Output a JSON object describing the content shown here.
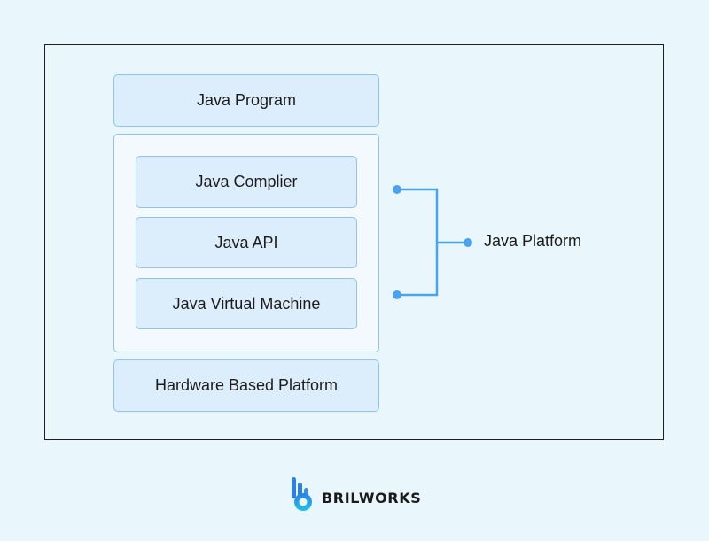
{
  "diagram": {
    "layers": {
      "top": "Java Program",
      "middle": [
        "Java Complier",
        "Java API",
        "Java Virtual Machine"
      ],
      "bottom": "Hardware Based Platform"
    },
    "bracket_label": "Java Platform"
  },
  "brand": {
    "name": "BRILWORKS",
    "logo_icon": "brilworks-logo-icon"
  },
  "colors": {
    "background": "#e9f6fb",
    "box_fill": "#dcedfb",
    "box_border": "#8ec3ef",
    "connector": "#4aa3ec"
  }
}
